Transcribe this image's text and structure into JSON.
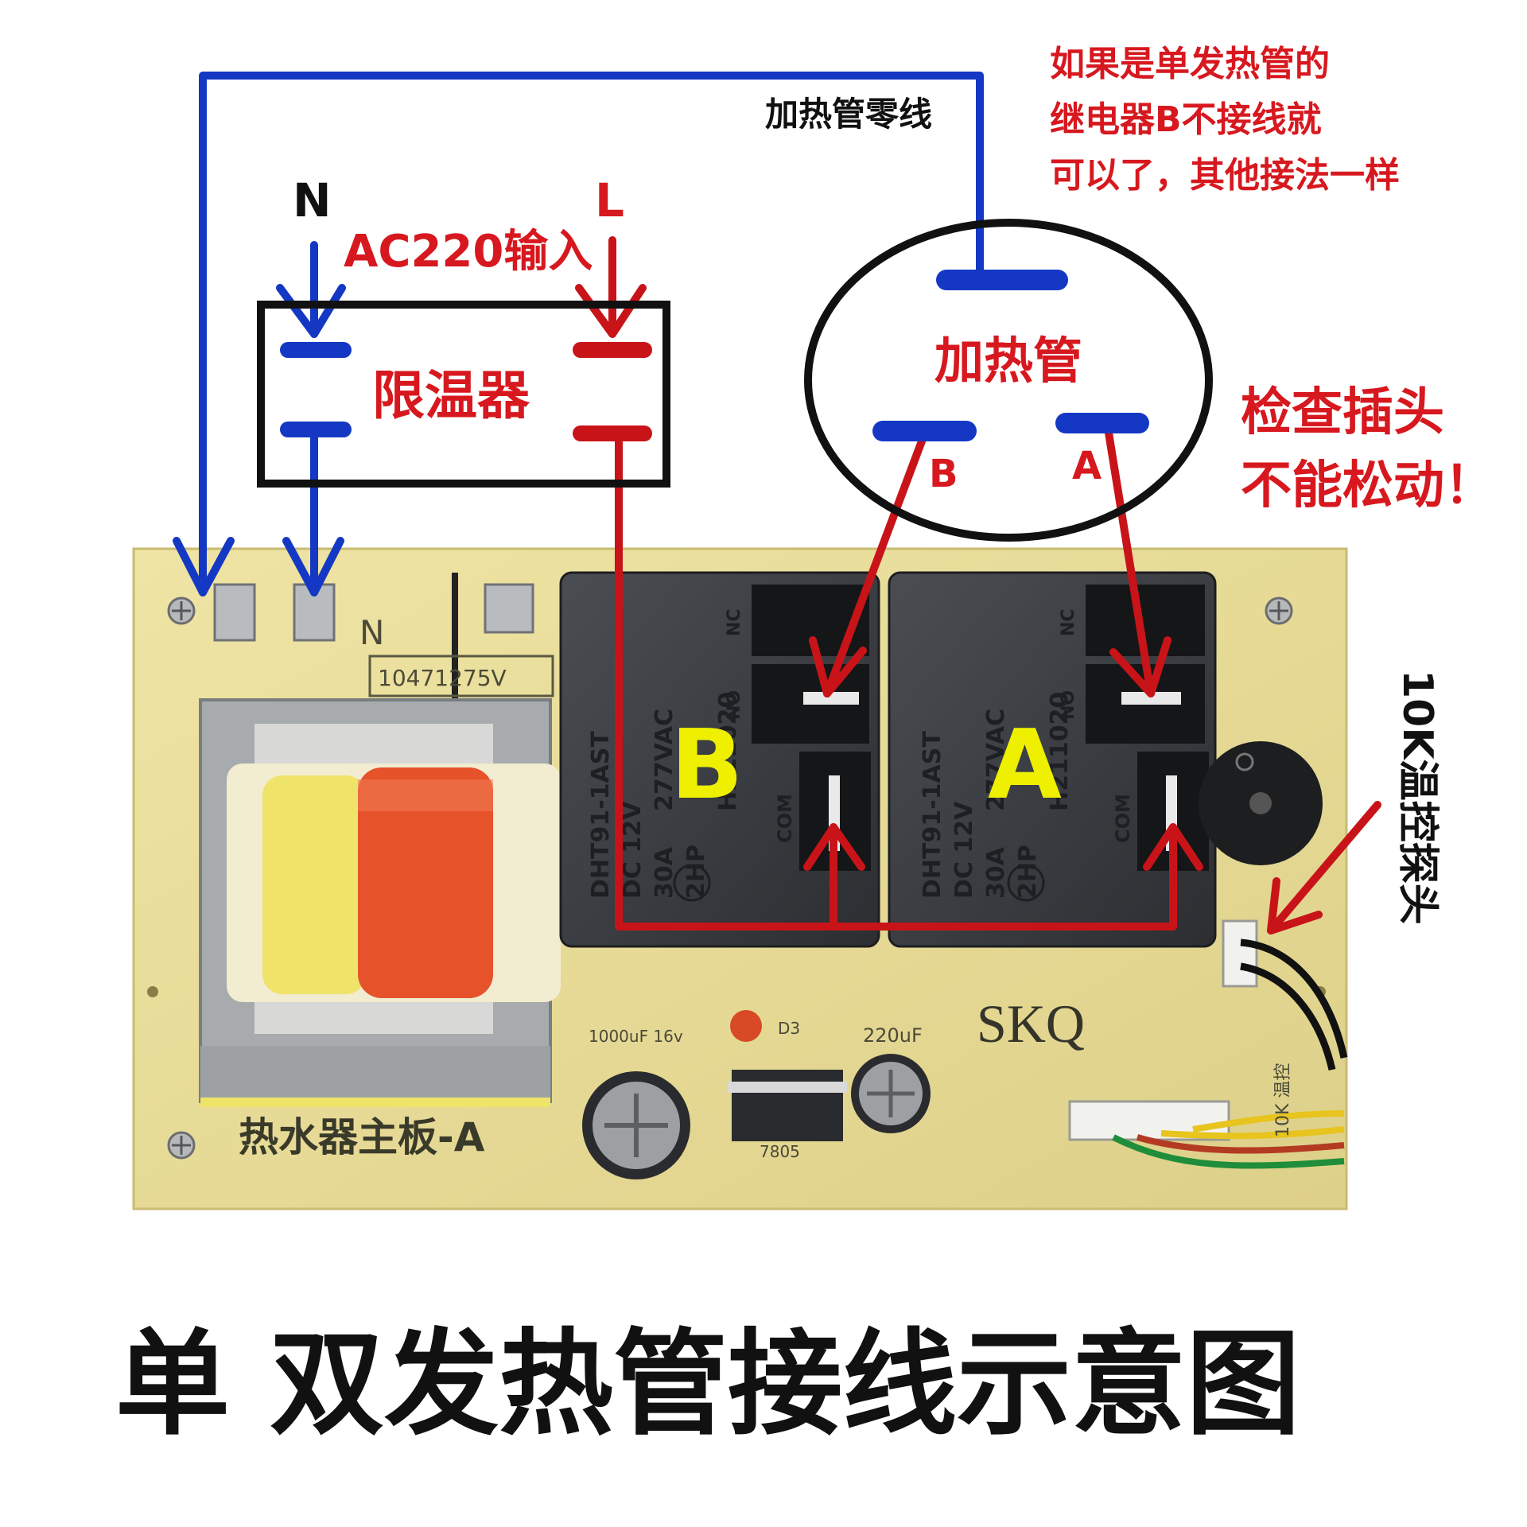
{
  "labels": {
    "neutral_line": "加热管零线",
    "note_line1": "如果是单发热管的",
    "note_line2": "继电器B不接线就",
    "note_line3": "可以了，其他接法一样",
    "n_label": "N",
    "l_label": "L",
    "ac_input": "AC220输入",
    "limiter": "限温器",
    "heater": "加热管",
    "terminal_b": "B",
    "terminal_a": "A",
    "check_line1": "检查插头",
    "check_line2": "不能松动！",
    "relay_b": "B",
    "relay_a": "A",
    "probe": "10K温控探头",
    "board_name": "热水器主板-A",
    "brand": "SKQ",
    "footer_title": "单 双发热管接线示意图"
  },
  "board_silk": {
    "n_mark": "N",
    "varistor": "10471275V",
    "relay_model": "DHT91-1AST",
    "relay_dc": "DC 12V",
    "relay_amp": "30A",
    "relay_hp": "2HP",
    "relay_vac": "277VAC",
    "relay_code": "H211020",
    "relay_no": "NO",
    "relay_nc": "NC",
    "relay_com": "COM",
    "cap1": "1000uF 16v",
    "cap2": "220uF",
    "reg": "7805",
    "led": "D3",
    "connector": "10K 温控"
  },
  "colors": {
    "live": "#c81418",
    "neutral": "#1438c4",
    "board": "#e8dc97",
    "relay": "#3a3c40"
  }
}
